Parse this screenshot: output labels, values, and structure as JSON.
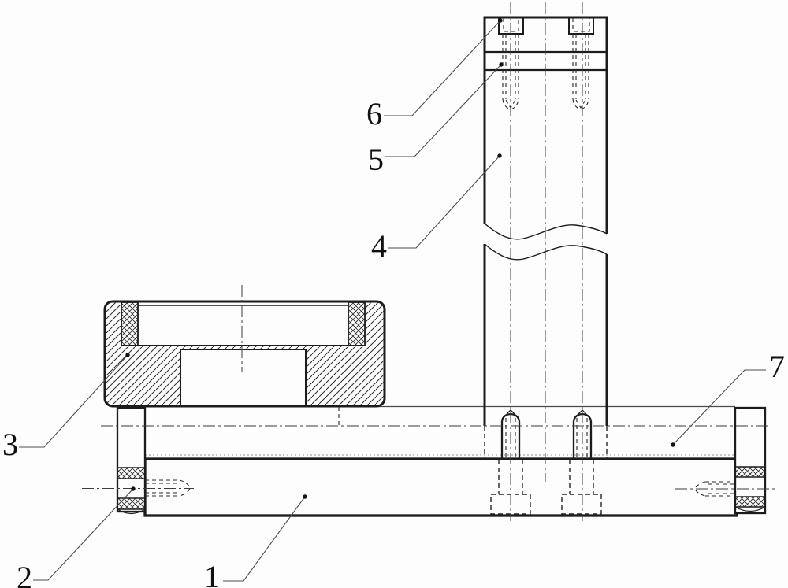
{
  "drawing": {
    "type": "mechanical-section-drawing",
    "background_color": "#fdfdfd",
    "line_color": "#1c1c1c",
    "centerline_color": "#3c3c3c"
  },
  "labels": {
    "part1": "1",
    "part2": "2",
    "part3": "3",
    "part4": "4",
    "part5": "5",
    "part6": "6",
    "part7": "7"
  }
}
